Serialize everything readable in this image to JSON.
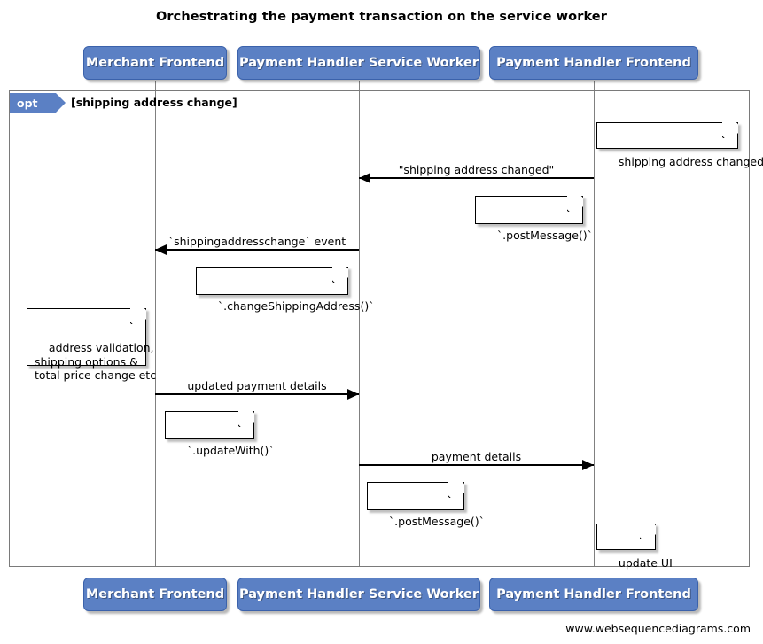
{
  "diagram": {
    "title": "Orchestrating the payment transaction on the service worker",
    "footer": "www.websequencediagrams.com",
    "colors": {
      "actor_fill": "#5b80c4",
      "actor_border": "#3b62ab",
      "actor_text": "#ffffff",
      "line": "#000000",
      "frame_border": "#7a7a7a",
      "note_fill": "#ffffff"
    }
  },
  "actors": [
    {
      "id": "merchant-frontend",
      "label": "Merchant Frontend"
    },
    {
      "id": "payment-handler-service-worker",
      "label": "Payment Handler Service Worker"
    },
    {
      "id": "payment-handler-frontend",
      "label": "Payment Handler Frontend"
    }
  ],
  "fragment": {
    "type": "opt",
    "tag_label": "opt",
    "guard": "[shipping address change]"
  },
  "messages": [
    {
      "id": "shipping-address-changed",
      "label": "\"shipping address changed\"",
      "from": "payment-handler-frontend",
      "to": "payment-handler-service-worker",
      "direction": "left"
    },
    {
      "id": "shippingaddresschange-event",
      "label": "`shippingaddresschange` event",
      "from": "payment-handler-service-worker",
      "to": "merchant-frontend",
      "direction": "left"
    },
    {
      "id": "updated-payment-details",
      "label": "updated payment details",
      "from": "merchant-frontend",
      "to": "payment-handler-service-worker",
      "direction": "right"
    },
    {
      "id": "payment-details",
      "label": "payment details",
      "from": "payment-handler-service-worker",
      "to": "payment-handler-frontend",
      "direction": "right"
    }
  ],
  "notes": [
    {
      "id": "note-shipping-address-changed",
      "text": "shipping address changed"
    },
    {
      "id": "note-post-message-1",
      "text": "`.postMessage()`"
    },
    {
      "id": "note-change-shipping-address",
      "text": "`.changeShippingAddress()`"
    },
    {
      "id": "note-address-validation",
      "text": "address validation,\nshipping options &\ntotal price change etc"
    },
    {
      "id": "note-update-with",
      "text": "`.updateWith()`"
    },
    {
      "id": "note-post-message-2",
      "text": "`.postMessage()`"
    },
    {
      "id": "note-update-ui",
      "text": "update UI"
    }
  ]
}
